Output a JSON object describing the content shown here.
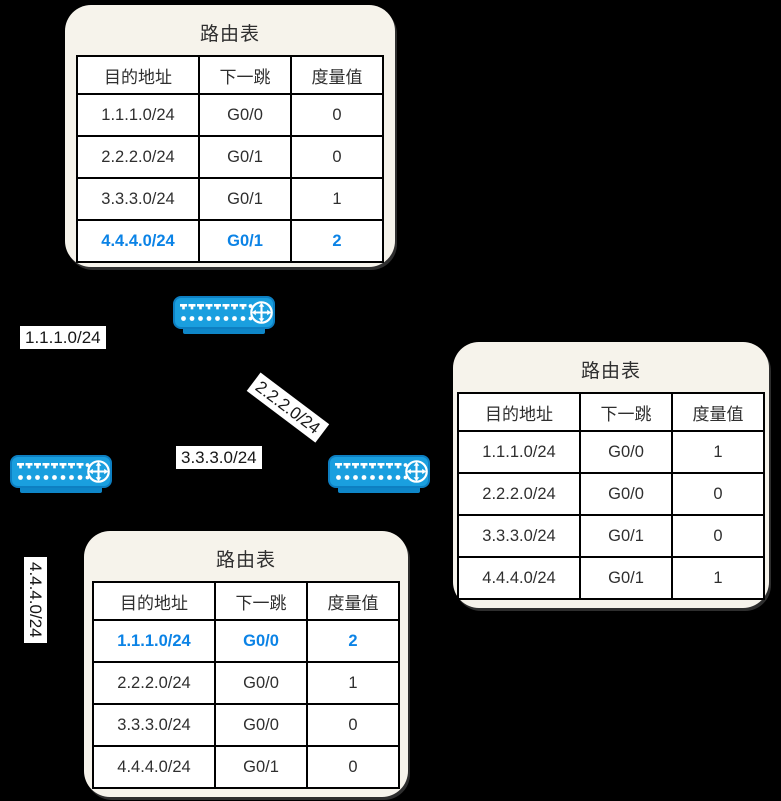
{
  "diagram": {
    "type": "network-routing-diagram",
    "background_color": "#000000"
  },
  "colors": {
    "card_background": "#f6f3eb",
    "cell_background": "#ffffff",
    "table_border": "#000000",
    "text": "#2f2f2f",
    "highlight_blue": "#0b83e6",
    "router_body_blue": "#1a9fdf",
    "router_dark_blue": "#0e86c8",
    "router_border_blue": "#0d7fc2"
  },
  "icons": {
    "router": "cisco-router-icon"
  },
  "tables": [
    {
      "position": "top-left",
      "title": "路由表",
      "headers": [
        "目的地址",
        "下一跳",
        "度量值"
      ],
      "rows": [
        {
          "dest": "1.1.1.0/24",
          "hop": "G0/0",
          "metric": "0",
          "highlight": false
        },
        {
          "dest": "2.2.2.0/24",
          "hop": "G0/1",
          "metric": "0",
          "highlight": false
        },
        {
          "dest": "3.3.3.0/24",
          "hop": "G0/1",
          "metric": "1",
          "highlight": false
        },
        {
          "dest": "4.4.4.0/24",
          "hop": "G0/1",
          "metric": "2",
          "highlight": true
        }
      ]
    },
    {
      "position": "right",
      "title": "路由表",
      "headers": [
        "目的地址",
        "下一跳",
        "度量值"
      ],
      "rows": [
        {
          "dest": "1.1.1.0/24",
          "hop": "G0/0",
          "metric": "1",
          "highlight": false
        },
        {
          "dest": "2.2.2.0/24",
          "hop": "G0/0",
          "metric": "0",
          "highlight": false
        },
        {
          "dest": "3.3.3.0/24",
          "hop": "G0/1",
          "metric": "0",
          "highlight": false
        },
        {
          "dest": "4.4.4.0/24",
          "hop": "G0/1",
          "metric": "1",
          "highlight": false
        }
      ]
    },
    {
      "position": "bottom",
      "title": "路由表",
      "headers": [
        "目的地址",
        "下一跳",
        "度量值"
      ],
      "rows": [
        {
          "dest": "1.1.1.0/24",
          "hop": "G0/0",
          "metric": "2",
          "highlight": true
        },
        {
          "dest": "2.2.2.0/24",
          "hop": "G0/0",
          "metric": "1",
          "highlight": false
        },
        {
          "dest": "3.3.3.0/24",
          "hop": "G0/0",
          "metric": "0",
          "highlight": false
        },
        {
          "dest": "4.4.4.0/24",
          "hop": "G0/1",
          "metric": "0",
          "highlight": false
        }
      ]
    }
  ],
  "network_labels": [
    {
      "text": "1.1.1.0/24",
      "orientation": "horizontal"
    },
    {
      "text": "2.2.2.0/24",
      "orientation": "diagonal-37deg"
    },
    {
      "text": "3.3.3.0/24",
      "orientation": "horizontal"
    },
    {
      "text": "4.4.4.0/24",
      "orientation": "vertical-90deg"
    }
  ],
  "routers": [
    {
      "name": "router-top"
    },
    {
      "name": "router-left"
    },
    {
      "name": "router-right"
    }
  ]
}
